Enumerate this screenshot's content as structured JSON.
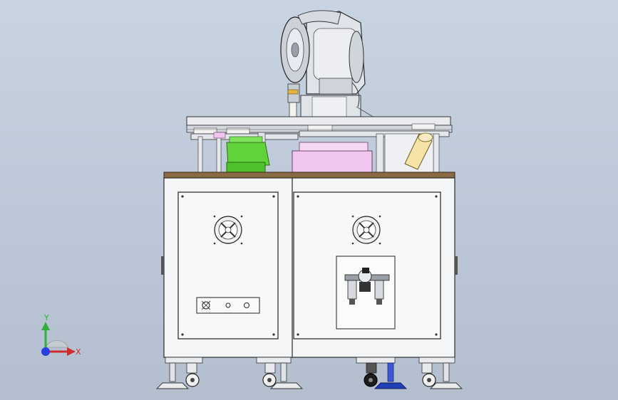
{
  "viewport": {
    "background_top": "#c9d4e2",
    "background_bottom": "#b3bfcf"
  },
  "model": {
    "parts": [
      "robot-arm",
      "top-fixture-plate",
      "green-tray",
      "pink-tray",
      "yellow-cylinder",
      "cabinet-left",
      "cabinet-right",
      "cooling-fan-left",
      "cooling-fan-right",
      "control-panel",
      "air-filter-regulator",
      "caster-wheels",
      "leveling-feet"
    ],
    "colors": {
      "cabinet": "#f4f5f6",
      "wood_top": "#8a6a45",
      "green_tray": "#62d23a",
      "pink_tray": "#f1c6ee",
      "yellow_part": "#f6e3a5",
      "robot": "#dfe3ea",
      "foot_blue": "#1f3fb6"
    }
  },
  "triad": {
    "x_label": "X",
    "y_label": "Y",
    "x_color": "#d12b2b",
    "y_color": "#2fae3a",
    "z_color": "#2a3fe0"
  }
}
